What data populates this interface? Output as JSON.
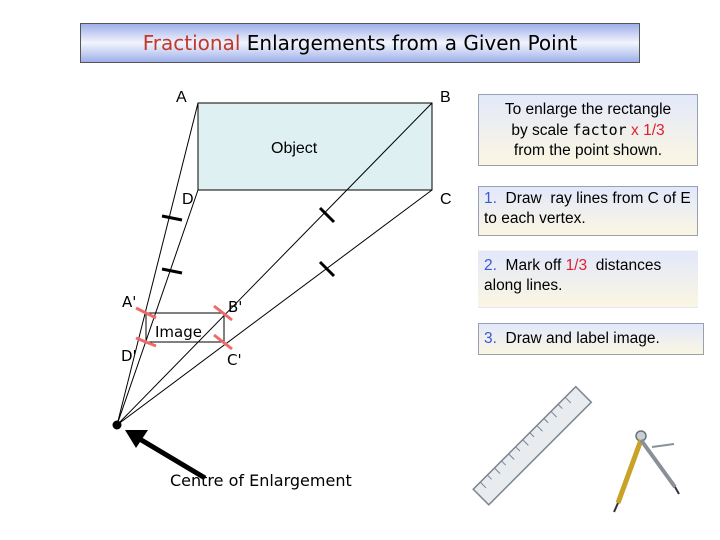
{
  "title": {
    "accent_word": "Fractional",
    "rest": " Enlargements from a Given Point"
  },
  "diagram": {
    "object_label": "Object",
    "image_label": "Image",
    "vertices": {
      "a": "A",
      "b": "B",
      "c": "C",
      "d": "D"
    },
    "image_vertices": {
      "a": "A'",
      "b": "B'",
      "c": "C'",
      "d": "D'"
    },
    "centre_label": "Centre of Enlargement",
    "colors": {
      "object_fill": "#dff0f3",
      "image_mark": "#ef6a6a",
      "rays": "#000000"
    }
  },
  "instructions": {
    "intro_line1": "To enlarge the rectangle",
    "intro_prefix": "by scale ",
    "intro_factor_word": "factor",
    "intro_factor_value": " x 1/3",
    "intro_line3": "from the point shown.",
    "step1_num": "1.",
    "step1_text": "  Draw  ray lines from C of E to each vertex.",
    "step2_num": "2.",
    "step2_before": "  Mark off ",
    "step2_fraction": "1/3",
    "step2_after": "  distances along lines.",
    "step3_num": "3.",
    "step3_text": "  Draw and label image."
  },
  "tools": {
    "ruler_icon": "ruler-icon",
    "compass_icon": "compass-icon"
  }
}
